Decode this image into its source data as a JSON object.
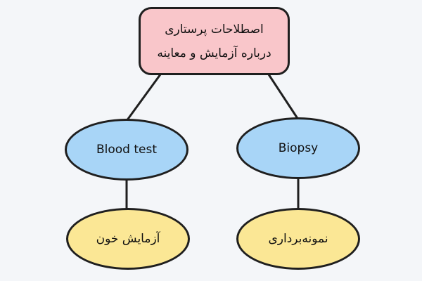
{
  "root": {
    "line1": "اصطلاحات پرستاری",
    "line2": "درباره آزمایش و معاینه"
  },
  "branches": [
    {
      "label": "Blood test",
      "child": "آزمایش خون"
    },
    {
      "label": "Biopsy",
      "child": "نمونه‌برداری"
    }
  ],
  "colors": {
    "root": "#f9c6ca",
    "level1": "#a8d5f7",
    "level2": "#fbe795",
    "stroke": "#1f1f1f"
  }
}
